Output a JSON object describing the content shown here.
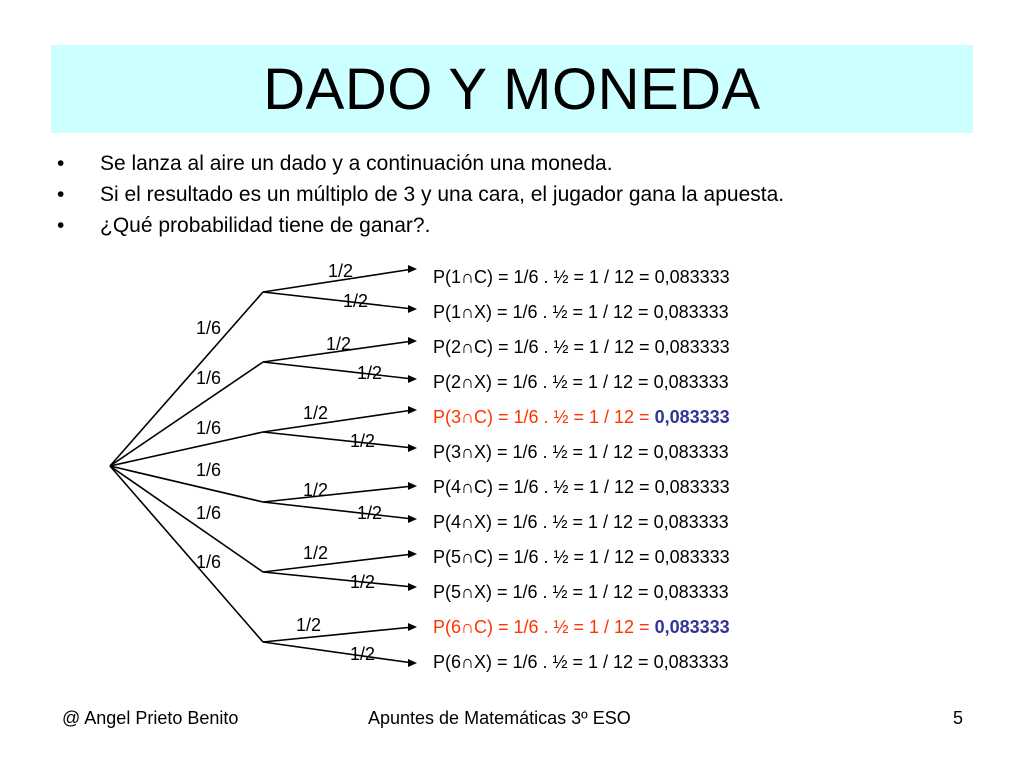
{
  "title": "DADO Y MONEDA",
  "bullets": [
    "Se lanza al aire un dado y a continuación una moneda.",
    "Si el resultado es un múltiplo de 3 y una cara, el jugador gana la apuesta.",
    "¿Qué probabilidad tiene de ganar?."
  ],
  "bullet_symbol": "•",
  "tree": {
    "first_level_prob": "1/6",
    "second_level_prob": "1/2",
    "outcomes": [
      {
        "expr": "P(1∩C) = 1/6 . ½ = 1 / 12 = ",
        "value": "0,083333",
        "highlight": false
      },
      {
        "expr": "P(1∩X) = 1/6 . ½ = 1 / 12 = ",
        "value": "0,083333",
        "highlight": false
      },
      {
        "expr": "P(2∩C) = 1/6 . ½ = 1 / 12 = ",
        "value": "0,083333",
        "highlight": false
      },
      {
        "expr": "P(2∩X) = 1/6 . ½ = 1 / 12 = ",
        "value": "0,083333",
        "highlight": false
      },
      {
        "expr": "P(3∩C) = 1/6 . ½ = 1 / 12 = ",
        "value": "0,083333",
        "highlight": true
      },
      {
        "expr": "P(3∩X) = 1/6 . ½ = 1 / 12 = ",
        "value": "0,083333",
        "highlight": false
      },
      {
        "expr": "P(4∩C) = 1/6 . ½ = 1 / 12 = ",
        "value": "0,083333",
        "highlight": false
      },
      {
        "expr": "P(4∩X) = 1/6 . ½ = 1 / 12 = ",
        "value": "0,083333",
        "highlight": false
      },
      {
        "expr": "P(5∩C) = 1/6 . ½ = 1 / 12 = ",
        "value": "0,083333",
        "highlight": false
      },
      {
        "expr": "P(5∩X) = 1/6 . ½ = 1 / 12 = ",
        "value": "0,083333",
        "highlight": false
      },
      {
        "expr": "P(6∩C) = 1/6 . ½ = 1 / 12 = ",
        "value": "0,083333",
        "highlight": true
      },
      {
        "expr": "P(6∩X) = 1/6 . ½ = 1 / 12 = ",
        "value": "0,083333",
        "highlight": false
      }
    ]
  },
  "colors": {
    "title_band": "#ccffff",
    "highlight_text": "#ff3300",
    "highlight_value": "#333399"
  },
  "footer": {
    "author": "@ Angel Prieto Benito",
    "course": "Apuntes de Matemáticas 3º ESO",
    "page": "5"
  }
}
